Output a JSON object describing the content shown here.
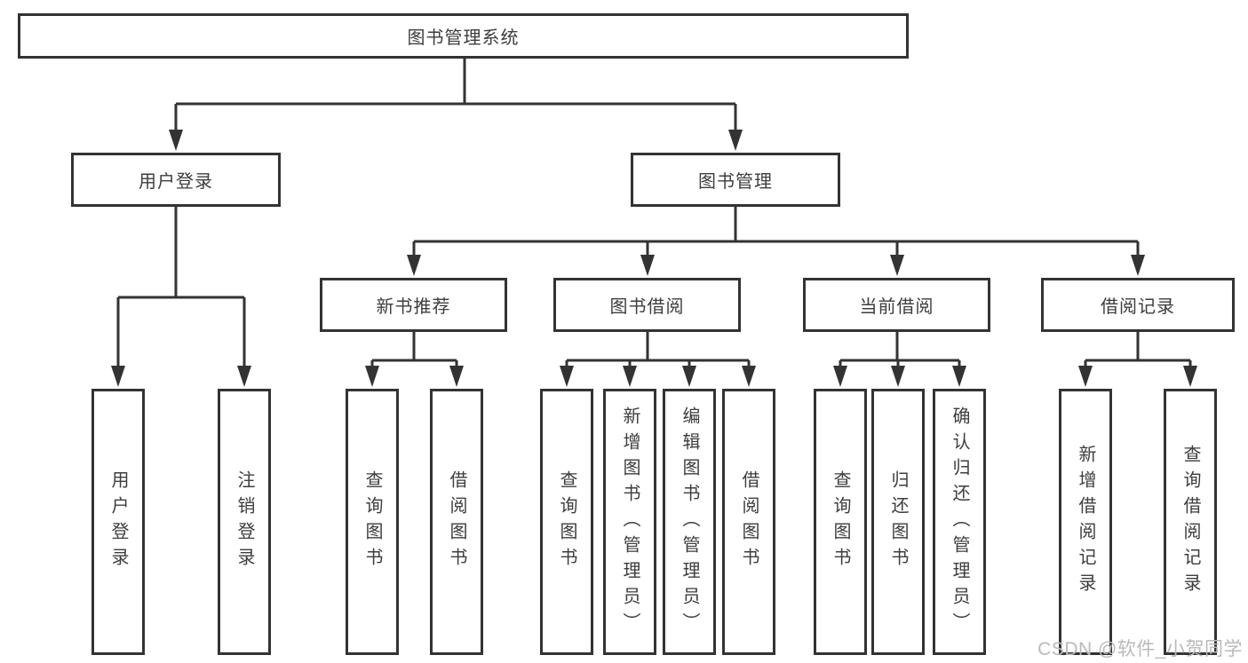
{
  "nodes": {
    "root": "图书管理系统",
    "user_login": "用户登录",
    "book_management": "图书管理",
    "new_book_recommend": "新书推荐",
    "book_borrow": "图书借阅",
    "current_borrow": "当前借阅",
    "borrow_record": "借阅记录",
    "leaf_user_login": "用户登录",
    "leaf_logout": "注销登录",
    "leaf_nbr_query_book": "查询图书",
    "leaf_nbr_borrow_book": "借阅图书",
    "leaf_bb_query_book": "查询图书",
    "leaf_bb_add_book": "新增图书（管理员）",
    "leaf_bb_edit_book": "编辑图书（管理员）",
    "leaf_bb_borrow_book": "借阅图书",
    "leaf_cb_query_book": "查询图书",
    "leaf_cb_return_book": "归还图书",
    "leaf_cb_confirm_return": "确认归还（管理员）",
    "leaf_br_add_record": "新增借阅记录",
    "leaf_br_query_record": "查询借阅记录"
  },
  "hierarchy": {
    "图书管理系统": {
      "用户登录": [
        "用户登录",
        "注销登录"
      ],
      "图书管理": {
        "新书推荐": [
          "查询图书",
          "借阅图书"
        ],
        "图书借阅": [
          "查询图书",
          "新增图书（管理员）",
          "编辑图书（管理员）",
          "借阅图书"
        ],
        "当前借阅": [
          "查询图书",
          "归还图书",
          "确认归还（管理员）"
        ],
        "借阅记录": [
          "新增借阅记录",
          "查询借阅记录"
        ]
      }
    }
  },
  "watermark": "CSDN @软件_小贺同学",
  "colors": {
    "line": "#333333",
    "text": "#3d3d3d",
    "background": "#ffffff",
    "watermark": "#b9b9b9"
  }
}
